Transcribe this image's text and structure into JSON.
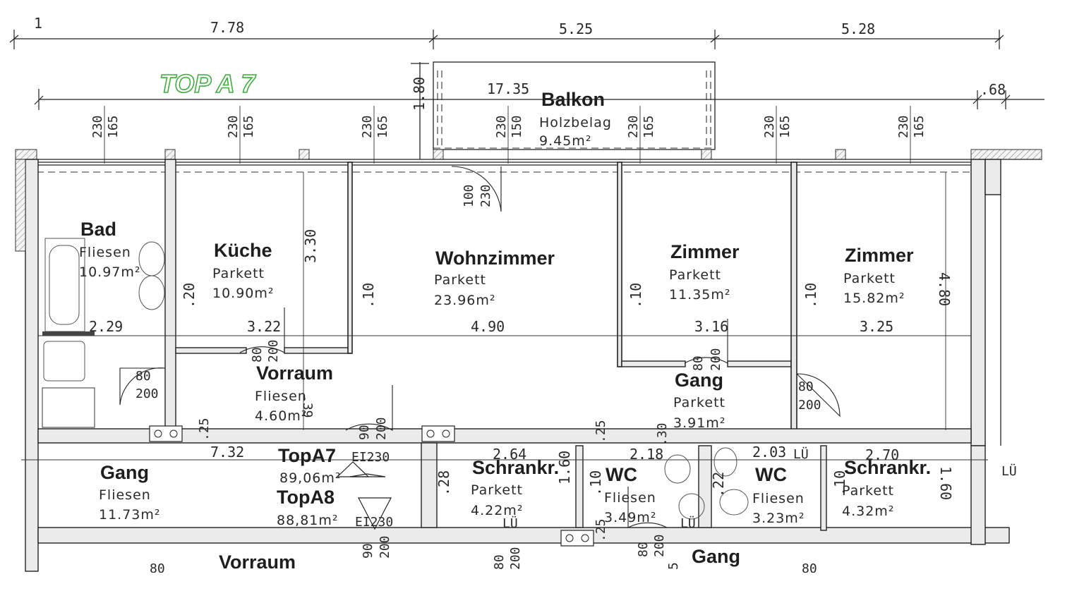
{
  "title": {
    "label": "TOP A 7",
    "color": "#3fae3f"
  },
  "dimensions_top": [
    "1",
    "7.78",
    "5.25",
    "5.28"
  ],
  "dimensions_second": {
    "total": "17.35",
    "right": ".68",
    "balcony_depth": "1.80"
  },
  "window_dims": [
    {
      "h": "230",
      "w": "165"
    },
    {
      "h": "230",
      "w": "165"
    },
    {
      "h": "230",
      "w": "165"
    },
    {
      "h": "230",
      "w": "150"
    },
    {
      "h": "230",
      "w": "165"
    },
    {
      "h": "230",
      "w": "165"
    },
    {
      "h": "230",
      "w": "165"
    }
  ],
  "rooms": {
    "balkon": {
      "name": "Balkon",
      "floor": "Holzbelag",
      "area": "9.45m²"
    },
    "bad": {
      "name": "Bad",
      "floor": "Fliesen",
      "area": "10.97m²"
    },
    "kueche": {
      "name": "Küche",
      "floor": "Parkett",
      "area": "10.90m²"
    },
    "wohnzimmer": {
      "name": "Wohnzimmer",
      "floor": "Parkett",
      "area": "23.96m²"
    },
    "zimmer1": {
      "name": "Zimmer",
      "floor": "Parkett",
      "area": "11.35m²"
    },
    "zimmer2": {
      "name": "Zimmer",
      "floor": "Parkett",
      "area": "15.82m²"
    },
    "vorraum": {
      "name": "Vorraum",
      "floor": "Fliesen",
      "area": "4.60m²"
    },
    "gang_apt": {
      "name": "Gang",
      "floor": "Parkett",
      "area": "3.91m²"
    },
    "gang_hall": {
      "name": "Gang",
      "floor": "Fliesen",
      "area": "11.73m²"
    },
    "schrank1": {
      "name": "Schrankr.",
      "floor": "Parkett",
      "area": "4.22m²"
    },
    "wc1": {
      "name": "WC",
      "floor": "Fliesen",
      "area": "3.49m²"
    },
    "wc2": {
      "name": "WC",
      "floor": "Fliesen",
      "area": "3.23m²"
    },
    "schrank2": {
      "name": "Schrankr.",
      "floor": "Parkett",
      "area": "4.32m²"
    },
    "vorraum_below": {
      "name": "Vorraum"
    },
    "gang_below": {
      "name": "Gang"
    }
  },
  "units": {
    "topA7": {
      "name": "TopA7",
      "area": "89,06m²",
      "door": "EI230"
    },
    "topA8": {
      "name": "TopA8",
      "area": "88,81m²",
      "door": "EI230"
    }
  },
  "inner_dims": {
    "bad_width": "2.29",
    "wall_20": ".20",
    "kueche_depth": "3.30",
    "kueche_width": "3.22",
    "wall_10a": ".10",
    "wohn_width": "4.90",
    "wall_10b": ".10",
    "zimmer1_width": "3.16",
    "wall_10c": ".10",
    "zimmer2_width": "3.25",
    "zimmer2_depth": "4.80",
    "hall_len": "7.32",
    "wall_28": ".28",
    "schrank1_width": "2.64",
    "schrank1_depth": "1.60",
    "wall_10d": ".10",
    "wc1_width": "2.18",
    "wc2_width": "2.03",
    "wall_22": ".22",
    "wall_10e": ".10",
    "schrank2_width": "2.70",
    "schrank2_depth": "1.60",
    "wall_25a": ".25",
    "wall_25b": ".25",
    "wall_30": ".30",
    "wall_25c": ".25",
    "wall_5": "5",
    "vorraum_39": ".39"
  },
  "doors": {
    "balkon": {
      "w": "100",
      "h": "230"
    },
    "bad": {
      "w": "80",
      "h": "200"
    },
    "kueche": {
      "w": "80",
      "h": "200"
    },
    "entry": {
      "w": "90",
      "h": "200"
    },
    "zimmer1": {
      "w": "80",
      "h": "200"
    },
    "zimmer2": {
      "w": "80",
      "h": "200"
    },
    "schrank1": {
      "w": "80",
      "h": "200"
    },
    "wc1": {
      "w": "80",
      "h": "200"
    },
    "entry_a8": {
      "w": "90",
      "h": "200"
    },
    "below": {
      "w": "80"
    }
  },
  "labels": {
    "lue": "LÜ"
  }
}
